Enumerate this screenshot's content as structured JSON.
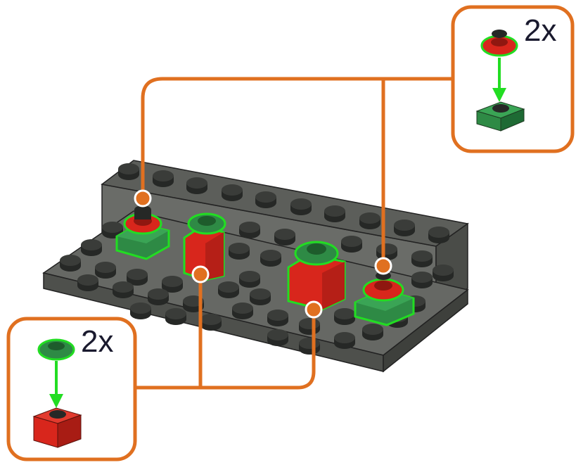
{
  "callouts": [
    {
      "id": "callout-top-right",
      "quantity": "2x",
      "flower_color": "red",
      "brick_color": "green"
    },
    {
      "id": "callout-bottom-left",
      "quantity": "2x",
      "flower_color": "green",
      "brick_color": "red"
    }
  ],
  "colors": {
    "baseplate": "#5f615d",
    "baseplate_dark": "#3f413e",
    "stud": "#2e302d",
    "callout_border": "#e07020",
    "highlight": "#22dd22",
    "red": "#d8261c",
    "red_dark": "#8f1710",
    "green": "#2e8a45",
    "green_dark": "#1e5c2c",
    "arrow": "#22dd22"
  },
  "icons": [
    "flower-plate-icon",
    "brick-1x1-icon",
    "plate-1x1-icon",
    "down-arrow-icon",
    "connector-dot-icon"
  ]
}
